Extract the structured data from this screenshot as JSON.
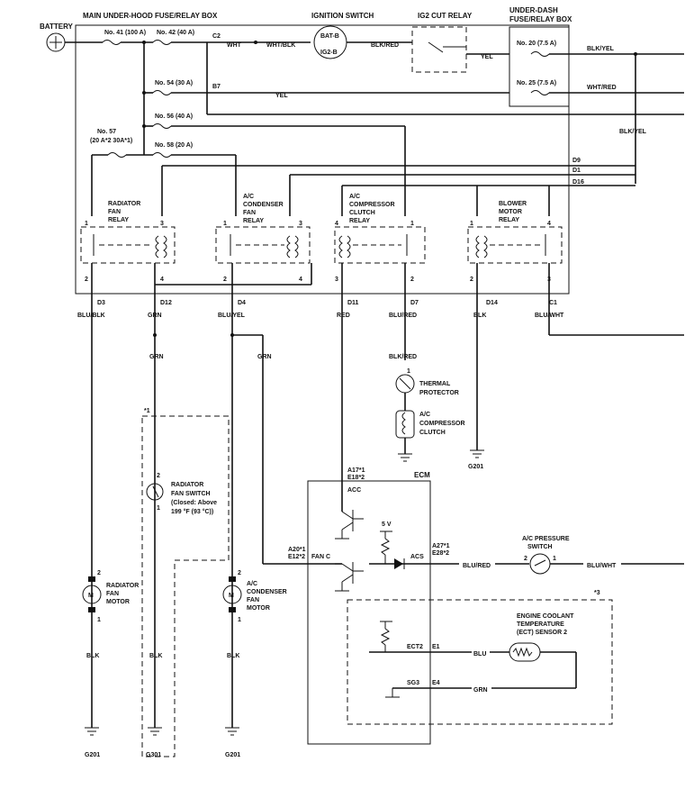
{
  "title_box": "MAIN UNDER-HOOD FUSE/RELAY BOX",
  "battery": "BATTERY",
  "fuses": {
    "f41": "No. 41 (100 A)",
    "f42": "No. 42 (40 A)",
    "f54": "No. 54 (30 A)",
    "f56": "No. 56 (40 A)",
    "f57a": "No. 57",
    "f57b": "(20 A*2 30A*1)",
    "f58": "No. 58 (20 A)",
    "f20": "No. 20 (7.5 A)",
    "f25": "No. 25 (7.5 A)"
  },
  "ignition_switch": {
    "label": "IGNITION SWITCH",
    "bat": "BAT-B",
    "ig2": "IG2-B"
  },
  "ig2_cut_relay": "IG2 CUT RELAY",
  "underdash": {
    "line1": "UNDER-DASH",
    "line2": "FUSE/RELAY BOX"
  },
  "connectors": {
    "c2": "C2",
    "b7": "B7",
    "d9": "D9",
    "d1": "D1",
    "d16": "D16",
    "d3": "D3",
    "d12": "D12",
    "d4": "D4",
    "d11": "D11",
    "d7": "D7",
    "d14": "D14",
    "c1": "C1"
  },
  "wires": {
    "wht": "WHT",
    "wht_blk": "WHT/BLK",
    "blk_red": "BLK/RED",
    "yel": "YEL",
    "yel2": "YEL",
    "blk_yel": "BLK/YEL",
    "blk_yel2": "BLK/YEL",
    "wht_red": "WHT/RED",
    "blu_blk": "BLU/BLK",
    "grn": "GRN",
    "blu_yel": "BLU/YEL",
    "red": "RED",
    "blu_red": "BLU/RED",
    "blk": "BLK",
    "blu_wht": "BLU/WHT",
    "grn2": "GRN",
    "grn3": "GRN",
    "blk_red2": "BLK/RED",
    "blk_m1": "BLK",
    "blk_sw": "BLK",
    "blk_m2": "BLK",
    "blu_red_acs": "BLU/RED",
    "blu_wht_ps": "BLU/WHT",
    "blu_sens": "BLU",
    "grn_sens": "GRN"
  },
  "relays": {
    "radiator": [
      "RADIATOR",
      "FAN",
      "RELAY"
    ],
    "condenser": [
      "A/C",
      "CONDENSER",
      "FAN",
      "RELAY"
    ],
    "compressor": [
      "A/C",
      "COMPRESSOR",
      "CLUTCH",
      "RELAY"
    ],
    "blower": [
      "BLOWER",
      "MOTOR",
      "RELAY"
    ]
  },
  "pins": {
    "p1": "1",
    "p2": "2",
    "p3": "3",
    "p4": "4"
  },
  "thermal": [
    "THERMAL",
    "PROTECTOR"
  ],
  "clutch": [
    "A/C",
    "COMPRESSOR",
    "CLUTCH"
  ],
  "ground": {
    "g201a": "G201",
    "g201b": "G201",
    "g301": "G301",
    "g201c": "G201"
  },
  "ecm": {
    "label": "ECM",
    "acc": "ACC",
    "fanc": "FAN C",
    "acs": "ACS",
    "v5": "5 V",
    "a17": "A17*1",
    "e18": "E18*2",
    "a20": "A20*1",
    "e12": "E12*2",
    "a27": "A27*1",
    "e28": "E28*2",
    "ect2": "ECT2",
    "e1": "E1",
    "sg3": "SG3",
    "e4": "E4"
  },
  "rad_switch": [
    "RADIATOR",
    "FAN SWITCH",
    "(Closed: Above",
    "199 °F (93 °C))"
  ],
  "notes": {
    "n1": "*1",
    "n3": "*3"
  },
  "rad_motor": [
    "RADIATOR",
    "FAN",
    "MOTOR"
  ],
  "cond_motor": [
    "A/C",
    "CONDENSER",
    "FAN",
    "MOTOR"
  ],
  "pressure_switch": [
    "A/C PRESSURE",
    "SWITCH"
  ],
  "ect_sensor": [
    "ENGINE COOLANT",
    "TEMPERATURE",
    "(ECT) SENSOR 2"
  ],
  "motor_symbol": "M"
}
